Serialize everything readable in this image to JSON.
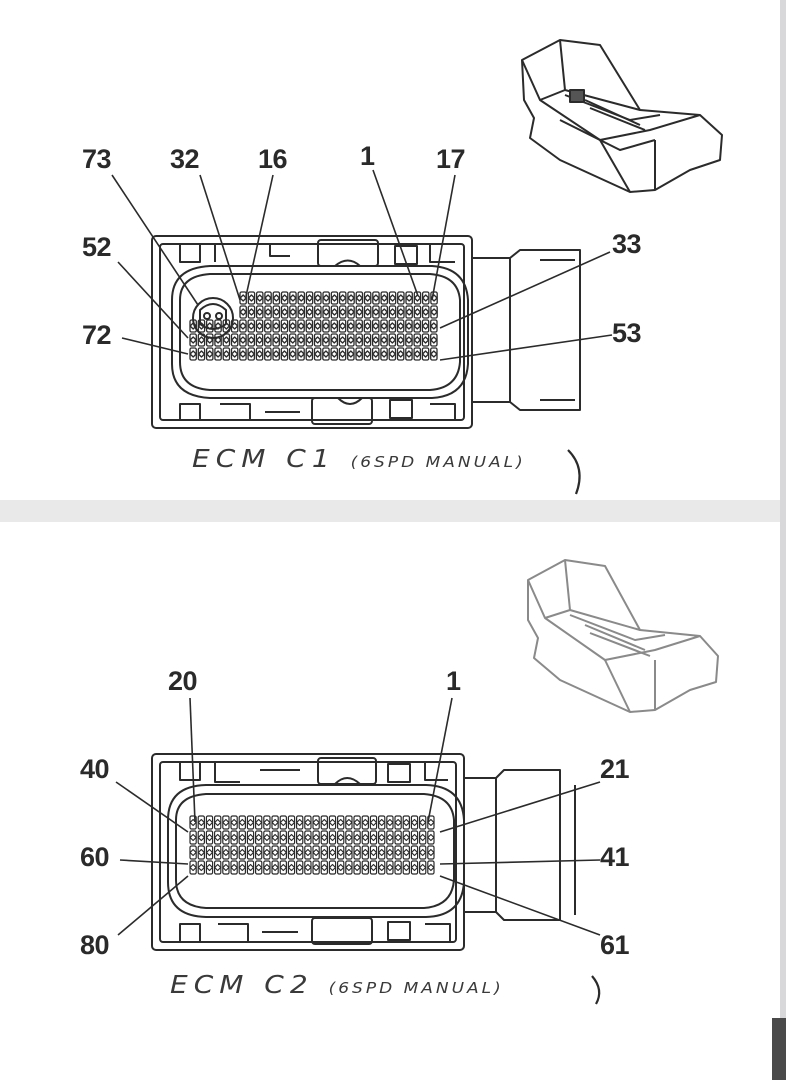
{
  "connector_c1": {
    "caption": "ECM C1",
    "caption_note": "(6SPD MANUAL)",
    "pin_labels": [
      "73",
      "32",
      "16",
      "1",
      "17",
      "52",
      "33",
      "72",
      "53"
    ]
  },
  "connector_c2": {
    "caption": "ECM C2",
    "caption_note": "(6SPD MANUAL)",
    "pin_labels": [
      "20",
      "1",
      "40",
      "21",
      "60",
      "41",
      "80",
      "61"
    ]
  },
  "colors": {
    "line": "#2b2b2b",
    "paper": "#ffffff",
    "gap": "#e9e9ea"
  }
}
